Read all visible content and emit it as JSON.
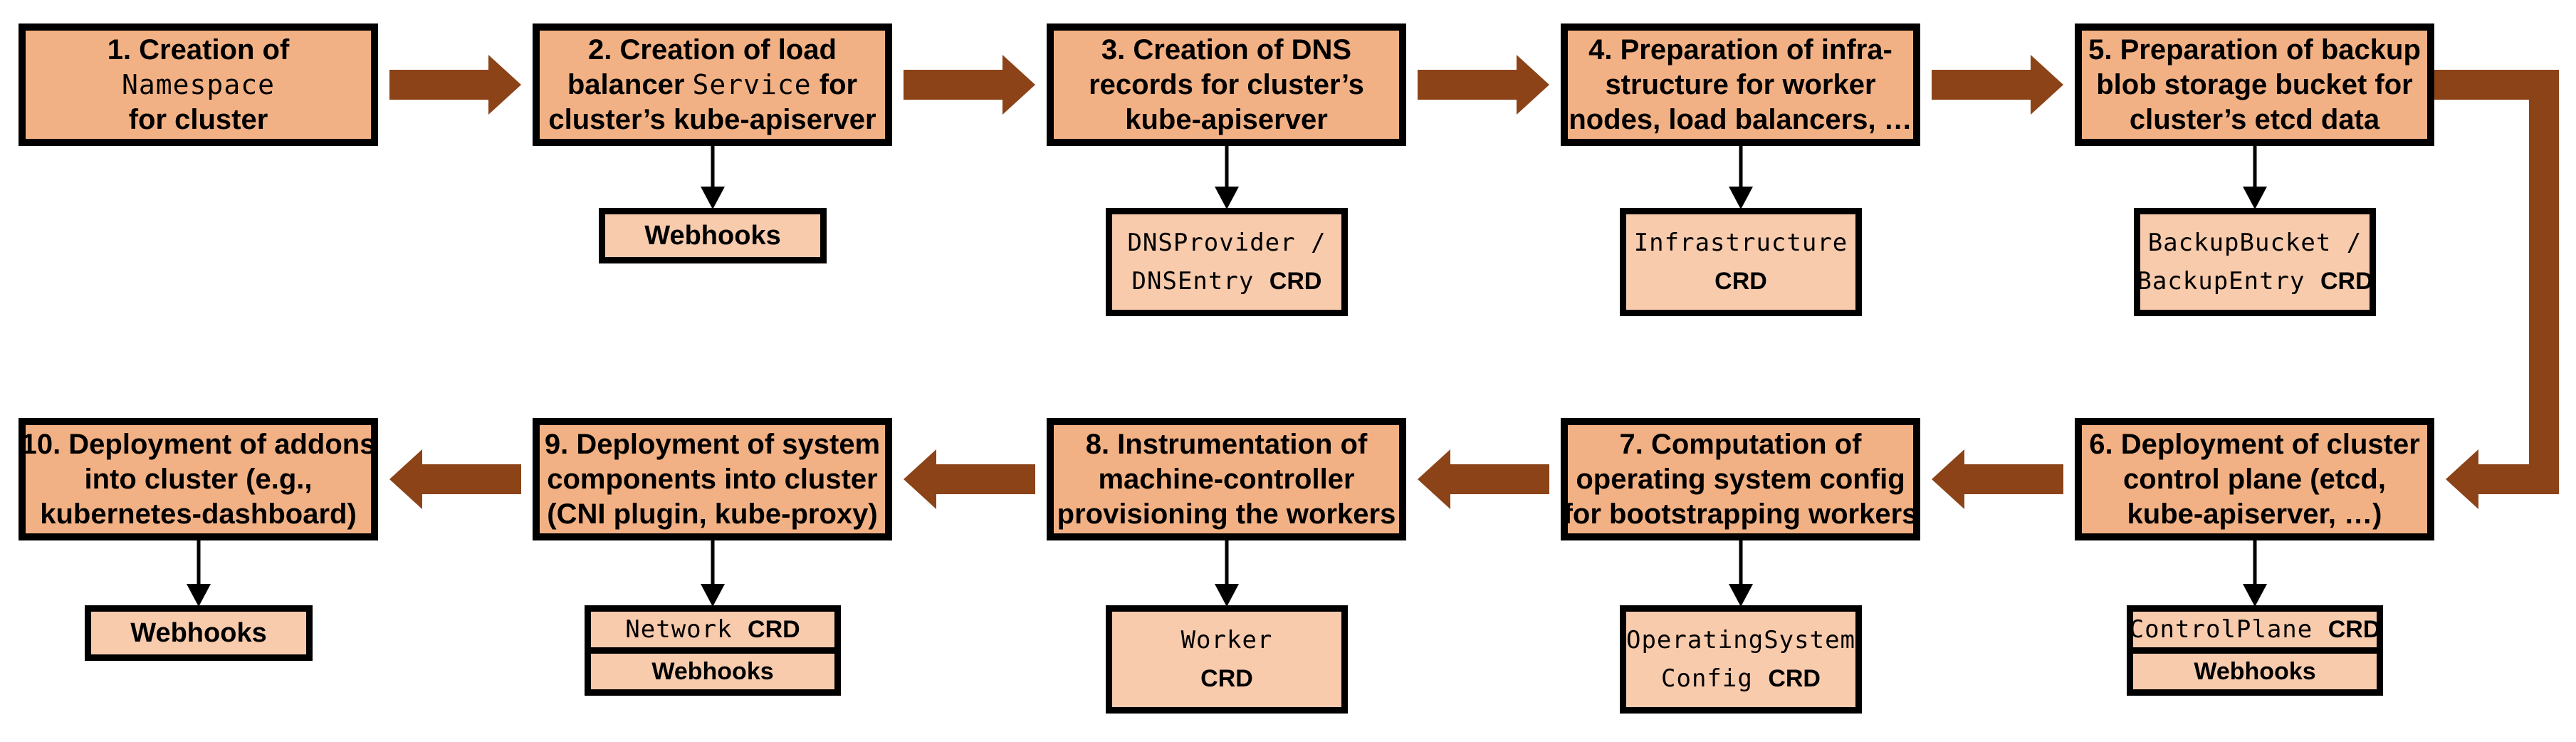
{
  "diagram_title": "",
  "colors": {
    "step_box_fill": "#F2B184",
    "artifact_box_fill": "#F8CBAD",
    "block_arrow": "#8B4317",
    "outline": "#000000",
    "background": "#FFFFFF"
  },
  "steps": [
    {
      "num": 1,
      "row": 0,
      "col": 0,
      "lines": [
        [
          {
            "t": "1. Creation of"
          }
        ],
        [
          {
            "t": "Namespace",
            "mono": true
          }
        ],
        [
          {
            "t": "for cluster"
          }
        ]
      ],
      "artifacts": []
    },
    {
      "num": 2,
      "row": 0,
      "col": 1,
      "lines": [
        [
          {
            "t": "2. Creation of load"
          }
        ],
        [
          {
            "t": "balancer "
          },
          {
            "t": "Service",
            "mono": true
          },
          {
            "t": " for"
          }
        ],
        [
          {
            "t": "cluster’s kube-apiserver"
          }
        ]
      ],
      "artifacts": [
        {
          "type": "single",
          "lines": [
            [
              {
                "t": "Webhooks"
              }
            ]
          ]
        }
      ]
    },
    {
      "num": 3,
      "row": 0,
      "col": 2,
      "lines": [
        [
          {
            "t": "3. Creation of DNS"
          }
        ],
        [
          {
            "t": "records for cluster’s"
          }
        ],
        [
          {
            "t": "kube-apiserver"
          }
        ]
      ],
      "artifacts": [
        {
          "type": "tall",
          "lines": [
            [
              {
                "t": "DNSProvider /",
                "mono": true
              }
            ],
            [
              {
                "t": "DNSEntry ",
                "mono": true
              },
              {
                "t": "CRD"
              }
            ]
          ]
        }
      ]
    },
    {
      "num": 4,
      "row": 0,
      "col": 3,
      "lines": [
        [
          {
            "t": "4. Preparation of infra-"
          }
        ],
        [
          {
            "t": "structure for worker"
          }
        ],
        [
          {
            "t": "nodes, load balancers, …"
          }
        ]
      ],
      "artifacts": [
        {
          "type": "tall",
          "lines": [
            [
              {
                "t": "Infrastructure",
                "mono": true
              }
            ],
            [
              {
                "t": "CRD"
              }
            ]
          ]
        }
      ]
    },
    {
      "num": 5,
      "row": 0,
      "col": 4,
      "lines": [
        [
          {
            "t": "5. Preparation of backup"
          }
        ],
        [
          {
            "t": "blob storage bucket for"
          }
        ],
        [
          {
            "t": "cluster’s etcd data"
          }
        ]
      ],
      "artifacts": [
        {
          "type": "tall",
          "lines": [
            [
              {
                "t": "BackupBucket /",
                "mono": true
              }
            ],
            [
              {
                "t": "BackupEntry ",
                "mono": true
              },
              {
                "t": "CRD"
              }
            ]
          ]
        }
      ]
    },
    {
      "num": 6,
      "row": 1,
      "col": 4,
      "lines": [
        [
          {
            "t": "6. Deployment of cluster"
          }
        ],
        [
          {
            "t": "control plane (etcd,"
          }
        ],
        [
          {
            "t": "kube-apiserver, …)"
          }
        ]
      ],
      "artifacts": [
        {
          "type": "row",
          "lines": [
            [
              {
                "t": "ControlPlane ",
                "mono": true
              },
              {
                "t": "CRD"
              }
            ]
          ]
        },
        {
          "type": "row",
          "lines": [
            [
              {
                "t": "Webhooks"
              }
            ]
          ]
        }
      ]
    },
    {
      "num": 7,
      "row": 1,
      "col": 3,
      "lines": [
        [
          {
            "t": "7. Computation of"
          }
        ],
        [
          {
            "t": "operating system config"
          }
        ],
        [
          {
            "t": "for bootstrapping workers"
          }
        ]
      ],
      "artifacts": [
        {
          "type": "tall",
          "lines": [
            [
              {
                "t": "OperatingSystem",
                "mono": true
              }
            ],
            [
              {
                "t": "Config ",
                "mono": true
              },
              {
                "t": "CRD"
              }
            ]
          ]
        }
      ]
    },
    {
      "num": 8,
      "row": 1,
      "col": 2,
      "lines": [
        [
          {
            "t": "8. Instrumentation of"
          }
        ],
        [
          {
            "t": "machine-controller"
          }
        ],
        [
          {
            "t": "provisioning the workers"
          }
        ]
      ],
      "artifacts": [
        {
          "type": "tall",
          "lines": [
            [
              {
                "t": "Worker",
                "mono": true
              }
            ],
            [
              {
                "t": "CRD"
              }
            ]
          ]
        }
      ]
    },
    {
      "num": 9,
      "row": 1,
      "col": 1,
      "lines": [
        [
          {
            "t": "9. Deployment of system"
          }
        ],
        [
          {
            "t": "components into cluster"
          }
        ],
        [
          {
            "t": "(CNI plugin, kube-proxy)"
          }
        ]
      ],
      "artifacts": [
        {
          "type": "row",
          "lines": [
            [
              {
                "t": "Network ",
                "mono": true
              },
              {
                "t": "CRD"
              }
            ]
          ]
        },
        {
          "type": "row",
          "lines": [
            [
              {
                "t": "Webhooks"
              }
            ]
          ]
        }
      ]
    },
    {
      "num": 10,
      "row": 1,
      "col": 0,
      "lines": [
        [
          {
            "t": "10. Deployment of addons"
          }
        ],
        [
          {
            "t": "into cluster (e.g.,"
          }
        ],
        [
          {
            "t": "kubernetes-dashboard)"
          }
        ]
      ],
      "artifacts": [
        {
          "type": "single",
          "lines": [
            [
              {
                "t": "Webhooks"
              }
            ]
          ]
        }
      ]
    }
  ],
  "connectors": [
    {
      "from": 1,
      "to": 2,
      "style": "block-arrow"
    },
    {
      "from": 2,
      "to": 3,
      "style": "block-arrow"
    },
    {
      "from": 3,
      "to": 4,
      "style": "block-arrow"
    },
    {
      "from": 4,
      "to": 5,
      "style": "block-arrow"
    },
    {
      "from": 5,
      "to": 6,
      "style": "elbow-block-arrow"
    },
    {
      "from": 6,
      "to": 7,
      "style": "block-arrow"
    },
    {
      "from": 7,
      "to": 8,
      "style": "block-arrow"
    },
    {
      "from": 8,
      "to": 9,
      "style": "block-arrow"
    },
    {
      "from": 9,
      "to": 10,
      "style": "block-arrow"
    }
  ]
}
